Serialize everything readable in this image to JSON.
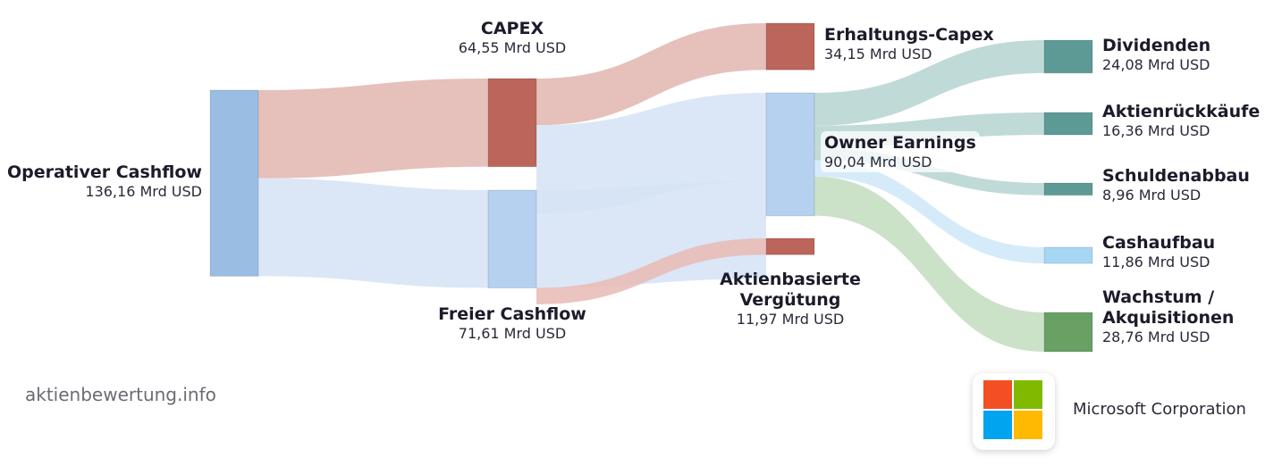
{
  "chart_data": {
    "type": "sankey",
    "unit": "Mrd USD",
    "nodes": [
      {
        "id": "ocf",
        "name": "Operativer Cashflow",
        "value": "136,16 Mrd USD",
        "amount": 136.16,
        "color": "#9abde4"
      },
      {
        "id": "capex",
        "name": "CAPEX",
        "value": "64,55 Mrd USD",
        "amount": 64.55,
        "color": "#bb655b"
      },
      {
        "id": "fcf",
        "name": "Freier Cashflow",
        "value": "71,61 Mrd USD",
        "amount": 71.61,
        "color": "#b6d0f0"
      },
      {
        "id": "maint",
        "name": "Erhaltungs-Capex",
        "value": "34,15 Mrd USD",
        "amount": 34.15,
        "color": "#bb655b"
      },
      {
        "id": "owner",
        "name": "Owner Earnings",
        "value": "90,04 Mrd USD",
        "amount": 90.04,
        "color": "#b6d0f0"
      },
      {
        "id": "sbc",
        "name": "Aktienbasierte Vergütung",
        "value": "11,97 Mrd USD",
        "amount": 11.97,
        "color": "#bb655b"
      },
      {
        "id": "div",
        "name": "Dividenden",
        "value": "24,08 Mrd USD",
        "amount": 24.08,
        "color": "#5d9a96"
      },
      {
        "id": "buy",
        "name": "Aktienrückkäufe",
        "value": "16,36 Mrd USD",
        "amount": 16.36,
        "color": "#5d9a96"
      },
      {
        "id": "debt",
        "name": "Schuldenabbau",
        "value": "8,96 Mrd USD",
        "amount": 8.96,
        "color": "#5d9a96"
      },
      {
        "id": "cash",
        "name": "Cashaufbau",
        "value": "11,86 Mrd USD",
        "amount": 11.86,
        "color": "#a6d6f2"
      },
      {
        "id": "growth",
        "name": "Wachstum / Akquisitionen",
        "value": "28,76 Mrd USD",
        "amount": 28.76,
        "color": "#69a064"
      }
    ],
    "links": [
      {
        "source": "ocf",
        "target": "capex",
        "color": "#e3b7b1"
      },
      {
        "source": "ocf",
        "target": "fcf",
        "color": "#d6e4f6"
      },
      {
        "source": "capex",
        "target": "maint",
        "color": "#e3b7b1"
      },
      {
        "source": "capex",
        "target": "owner",
        "color": "#d6e4f6"
      },
      {
        "source": "fcf",
        "target": "owner",
        "color": "#d6e4f6"
      },
      {
        "source": "fcf",
        "target": "sbc",
        "color": "#e8bcb6"
      },
      {
        "source": "owner",
        "target": "div",
        "color": "#b7d5d3"
      },
      {
        "source": "owner",
        "target": "buy",
        "color": "#b7d5d3"
      },
      {
        "source": "owner",
        "target": "debt",
        "color": "#b7d5d3"
      },
      {
        "source": "owner",
        "target": "cash",
        "color": "#cfe8f8"
      },
      {
        "source": "owner",
        "target": "growth",
        "color": "#c4dec0"
      }
    ]
  },
  "footer": {
    "site": "aktienbewertung.info",
    "company": "Microsoft Corporation"
  },
  "logo_colors": [
    "#f25022",
    "#7fba00",
    "#00a4ef",
    "#ffb900"
  ]
}
